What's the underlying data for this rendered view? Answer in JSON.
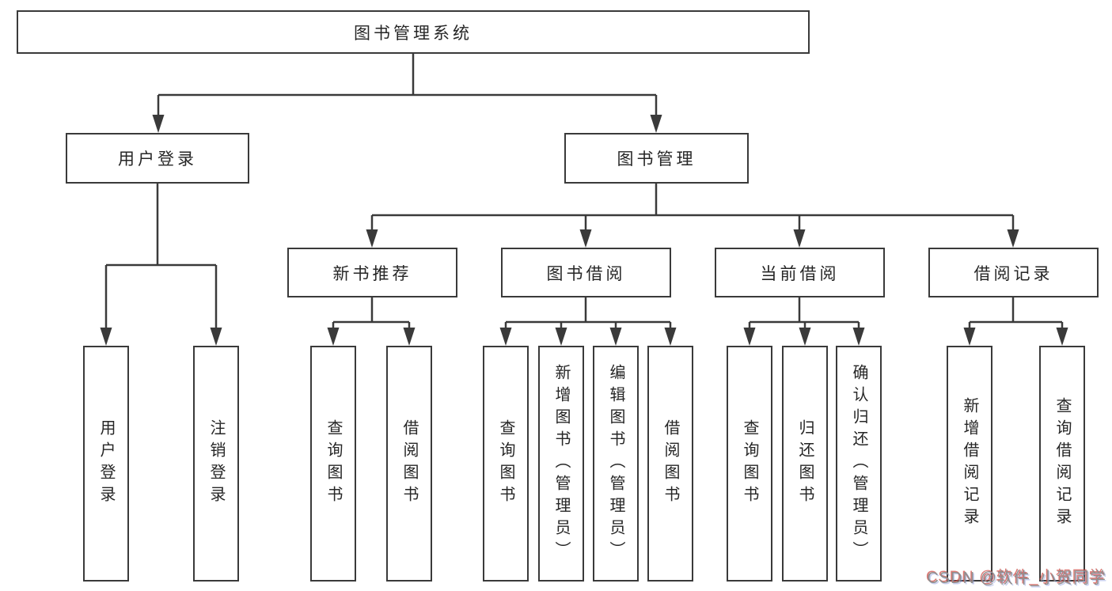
{
  "diagram": {
    "root": {
      "label": "图书管理系统"
    },
    "level2": [
      {
        "label": "用户登录"
      },
      {
        "label": "图书管理"
      }
    ],
    "level3": [
      {
        "label": "新书推荐"
      },
      {
        "label": "图书借阅"
      },
      {
        "label": "当前借阅"
      },
      {
        "label": "借阅记录"
      }
    ],
    "leaves": [
      {
        "label": "用户登录"
      },
      {
        "label": "注销登录"
      },
      {
        "label": "查询图书"
      },
      {
        "label": "借阅图书"
      },
      {
        "label": "查询图书"
      },
      {
        "label": "新增图书（管理员）"
      },
      {
        "label": "编辑图书（管理员）"
      },
      {
        "label": "借阅图书"
      },
      {
        "label": "查询图书"
      },
      {
        "label": "归还图书"
      },
      {
        "label": "确认归还（管理员）"
      },
      {
        "label": "新增借阅记录"
      },
      {
        "label": "查询借阅记录"
      }
    ]
  },
  "watermark": {
    "text": "CSDN @软件_小贺同学"
  },
  "colors": {
    "line": "#3a3a3a",
    "text": "#262626",
    "background": "#ffffff",
    "watermark": "#8f8f8f"
  }
}
